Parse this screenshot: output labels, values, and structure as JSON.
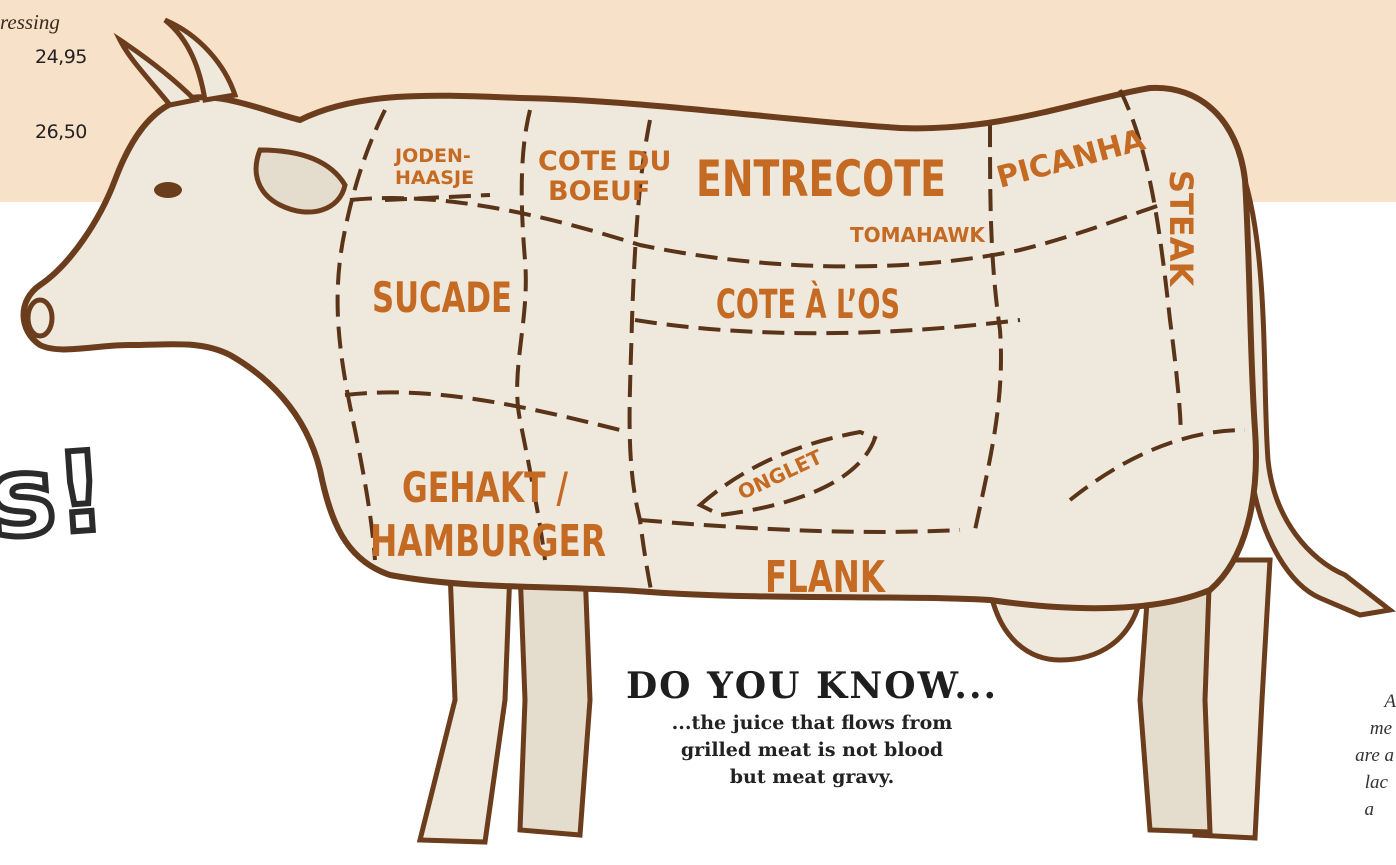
{
  "menu_fragment": {
    "italic_text": "ressing",
    "prices": [
      "24,95",
      "26,50"
    ]
  },
  "headline_fragment": "s!",
  "cuts": {
    "joden_line1": "JODEN-",
    "joden_line2": "HAASJE",
    "cote_boeuf_line1": "COTE DU",
    "cote_boeuf_line2": "BOEUF",
    "entrecote": "ENTRECOTE",
    "tomahawk": "TOMAHAWK",
    "picanha": "PICANHA",
    "steak": "STEAK",
    "sucade": "SUCADE",
    "cote_a_los": "COTE À L’OS",
    "gehakt_line1": "GEHAKT /",
    "gehakt_line2": "HAMBURGER",
    "onglet": "ONGLET",
    "flank": "FLANK"
  },
  "do_you_know": {
    "title": "DO YOU KNOW...",
    "body_lines": [
      "...the juice that flows from",
      "grilled meat is not blood",
      "but meat gravy."
    ]
  },
  "right_note_lines": [
    "A",
    "me",
    "are a",
    "lac",
    "a"
  ],
  "colors": {
    "band": "#f7e1c8",
    "cow_body": "#efe8dc",
    "outline": "#6b3d1c",
    "cut_label": "#c56a22"
  }
}
